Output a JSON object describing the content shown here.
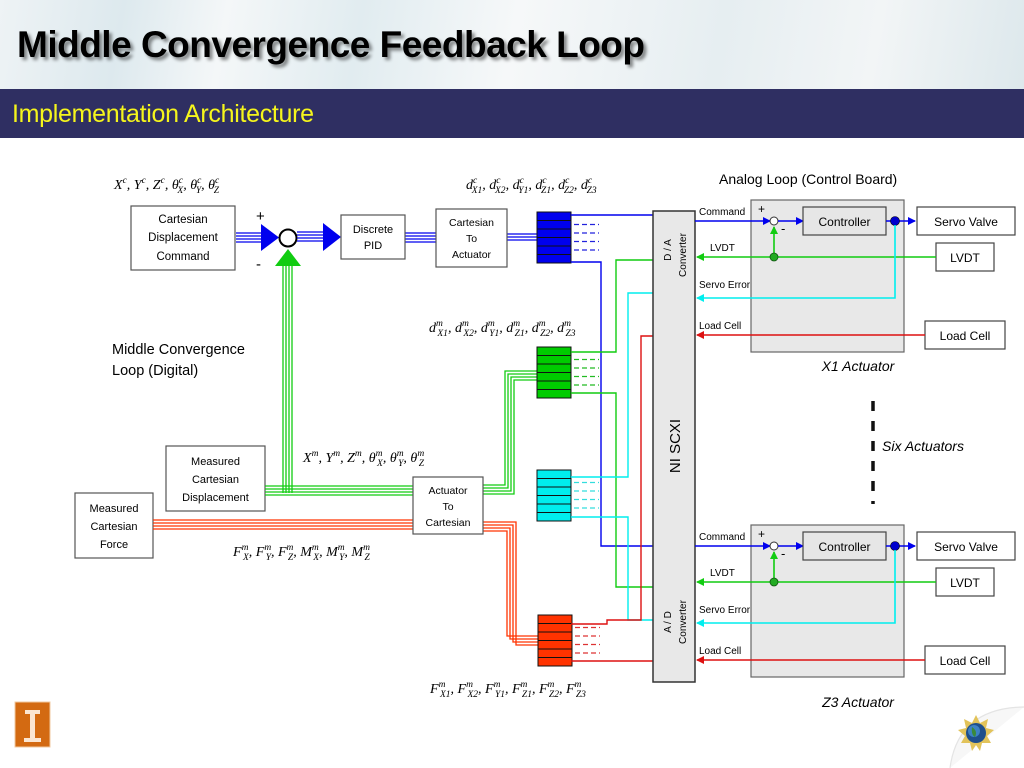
{
  "header": {
    "title": "Middle Convergence Feedback Loop",
    "subtitle": "Implementation Architecture"
  },
  "colors": {
    "header_bar": "#2f2f62",
    "subtitle_text": "#f5f51c",
    "command_blue": "#0000ee",
    "feedback_green": "#11cc11",
    "servo_error_cyan": "#00eeee",
    "force_red": "#ff3300",
    "load_cell_red": "#dd1111",
    "panel_gray": "#e8e8e8",
    "logo_orange": "#d36a12"
  },
  "blocks": {
    "cartesian_displacement_command": [
      "Cartesian",
      "Displacement",
      "Command"
    ],
    "discrete_pid": [
      "Discrete",
      "PID"
    ],
    "cartesian_to_actuator": [
      "Cartesian",
      "To",
      "Actuator"
    ],
    "measured_cartesian_displacement": [
      "Measured",
      "Cartesian",
      "Displacement"
    ],
    "measured_cartesian_force": [
      "Measured",
      "Cartesian",
      "Force"
    ],
    "actuator_to_cartesian": [
      "Actuator",
      "To",
      "Cartesian"
    ]
  },
  "summing_junction": {
    "plus": "+",
    "minus": "-"
  },
  "labels": {
    "middle_loop": [
      "Middle Convergence",
      "Loop (Digital)"
    ],
    "analog_loop": "Analog Loop (Control Board)",
    "six_actuators": "Six Actuators",
    "ni_scxi": "NI SCXI",
    "da_converter": [
      "D / A",
      "Converter"
    ],
    "ad_converter": [
      "A / D",
      "Converter"
    ]
  },
  "math": {
    "cartesian_command": "Xᶜ, Yᶜ, Zᶜ, θᶜₓ, θᶜᵧ, θᶜ₂",
    "actuator_command": "dᶜX1, dᶜX2, dᶜY1, dᶜZ1, dᶜZ2, dᶜZ3",
    "actuator_measured": "dᵐX1, dᵐX2, dᵐY1, dᵐZ1, dᵐZ2, dᵐZ3",
    "cartesian_measured": "Xᵐ, Yᵐ, Zᵐ, θᵐX, θᵐY, θᵐZ",
    "cartesian_force": "FᵐX, FᵐY, FᵐZ, MᵐX, MᵐY, MᵐZ",
    "actuator_force": "FᵐX1, FᵐX2, FᵐY1, FᵐZ1, FᵐZ2, FᵐZ3"
  },
  "math_parts": {
    "cartesian_command": [
      [
        "X",
        "c",
        ""
      ],
      [
        "Y",
        "c",
        ""
      ],
      [
        "Z",
        "c",
        ""
      ],
      [
        "θ",
        "c",
        "X"
      ],
      [
        "θ",
        "c",
        "Y"
      ],
      [
        "θ",
        "c",
        "Z"
      ]
    ],
    "actuator_command": [
      [
        "d",
        "c",
        "X1"
      ],
      [
        "d",
        "c",
        "X2"
      ],
      [
        "d",
        "c",
        "Y1"
      ],
      [
        "d",
        "c",
        "Z1"
      ],
      [
        "d",
        "c",
        "Z2"
      ],
      [
        "d",
        "c",
        "Z3"
      ]
    ],
    "actuator_measured": [
      [
        "d",
        "m",
        "X1"
      ],
      [
        "d",
        "m",
        "X2"
      ],
      [
        "d",
        "m",
        "Y1"
      ],
      [
        "d",
        "m",
        "Z1"
      ],
      [
        "d",
        "m",
        "Z2"
      ],
      [
        "d",
        "m",
        "Z3"
      ]
    ],
    "cartesian_measured": [
      [
        "X",
        "m",
        ""
      ],
      [
        "Y",
        "m",
        ""
      ],
      [
        "Z",
        "m",
        ""
      ],
      [
        "θ",
        "m",
        "X"
      ],
      [
        "θ",
        "m",
        "Y"
      ],
      [
        "θ",
        "m",
        "Z"
      ]
    ],
    "cartesian_force": [
      [
        "F",
        "m",
        "X"
      ],
      [
        "F",
        "m",
        "Y"
      ],
      [
        "F",
        "m",
        "Z"
      ],
      [
        "M",
        "m",
        "X"
      ],
      [
        "M",
        "m",
        "Y"
      ],
      [
        "M",
        "m",
        "Z"
      ]
    ],
    "actuator_force": [
      [
        "F",
        "m",
        "X1"
      ],
      [
        "F",
        "m",
        "X2"
      ],
      [
        "F",
        "m",
        "Y1"
      ],
      [
        "F",
        "m",
        "Z1"
      ],
      [
        "F",
        "m",
        "Z2"
      ],
      [
        "F",
        "m",
        "Z3"
      ]
    ]
  },
  "actuators": [
    {
      "name": "X1 Actuator",
      "signals": {
        "command": "Command",
        "lvdt": "LVDT",
        "servo_error": "Servo Error",
        "load_cell": "Load Cell"
      },
      "controller": "Controller",
      "servo_valve": "Servo Valve",
      "lvdt_sensor": "LVDT",
      "load_cell_sensor": "Load Cell",
      "plus": "+",
      "minus": "-"
    },
    {
      "name": "Z3 Actuator",
      "signals": {
        "command": "Command",
        "lvdt": "LVDT",
        "servo_error": "Servo Error",
        "load_cell": "Load Cell"
      },
      "controller": "Controller",
      "servo_valve": "Servo Valve",
      "lvdt_sensor": "LVDT",
      "load_cell_sensor": "Load Cell",
      "plus": "+",
      "minus": "-"
    }
  ],
  "footer": {
    "left_logo": "university-column-logo",
    "right_logo": "globe-emblem-logo"
  }
}
